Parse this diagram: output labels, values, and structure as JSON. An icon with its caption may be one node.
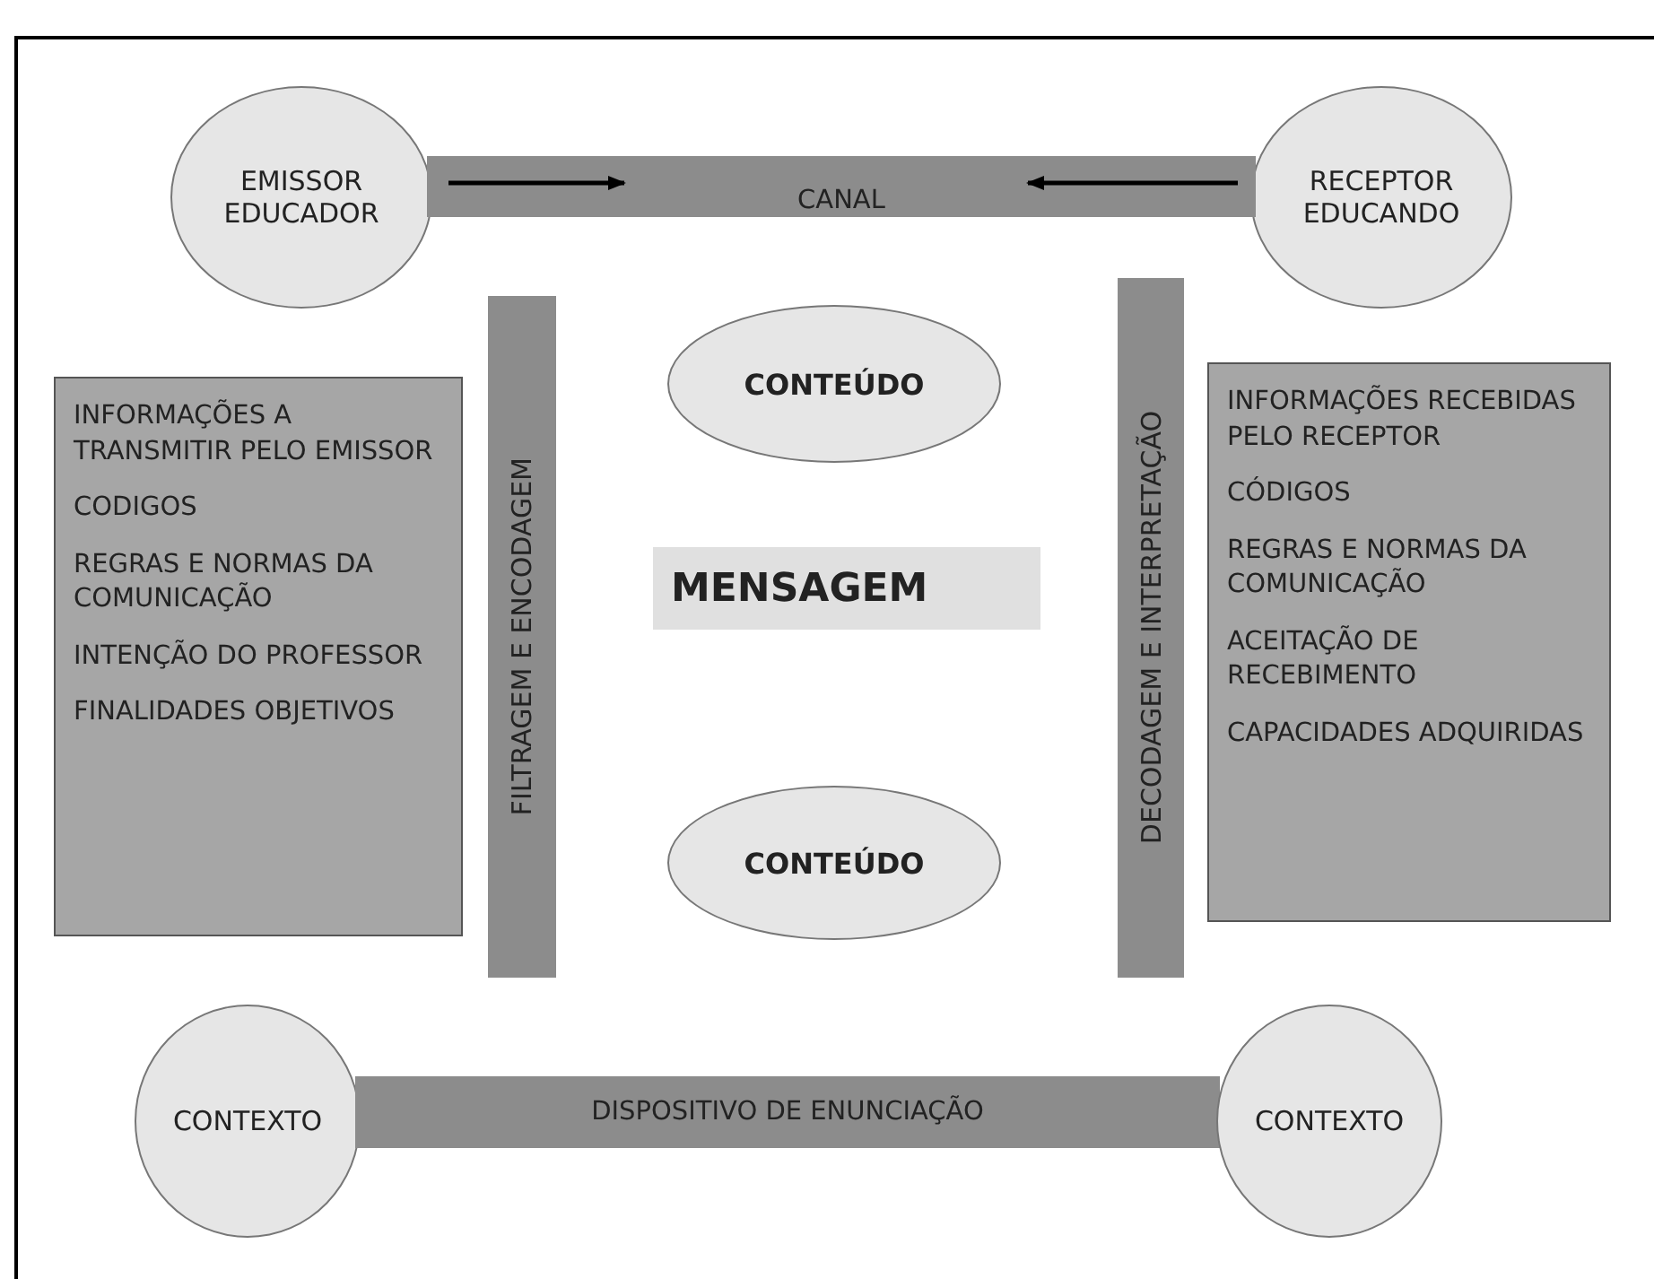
{
  "diagram": {
    "nodes": [
      {
        "text": [
          "EMISSOR EDUCADOR"
        ]
      },
      {
        "text": [
          "RECEPTOR EDUCANDO"
        ]
      },
      {
        "text": [
          "CANAL"
        ]
      },
      {
        "text": [
          "INFORMAÇÕES A TRANSMITIR PELO EMISSOR",
          "CODIGOS",
          "REGRAS E NORMAS DA COMUNICAÇÃO",
          "INTENÇÃO DO PROFESSOR",
          "FINALIDADES OBJETIVOS"
        ]
      },
      {
        "text": [
          "FILTRAGEM E ENCODAGEM"
        ]
      },
      {
        "text": [
          "CONTEÚDO"
        ]
      },
      {
        "text": [
          "MENSAGEM"
        ]
      },
      {
        "text": [
          "DECODAGEM E INTERPRETAÇÃO"
        ]
      },
      {
        "text": [
          "INFORMAÇÕES RECEBIDAS PELO RECEPTOR",
          "CÓDIGOS",
          "REGRAS E NORMAS DA COMUNICAÇÃO",
          "ACEITAÇÃO DE RECEBIMENTO",
          "CAPACIDADES ADQUIRIDAS"
        ]
      },
      {
        "text": [
          "CONTEÚDO"
        ]
      },
      {
        "text": [
          "CONTEXTO"
        ]
      },
      {
        "text": [
          "DISPOSITIVO DE ENUNCIAÇÃO"
        ]
      },
      {
        "text": [
          "CONTEXTO"
        ]
      }
    ]
  }
}
